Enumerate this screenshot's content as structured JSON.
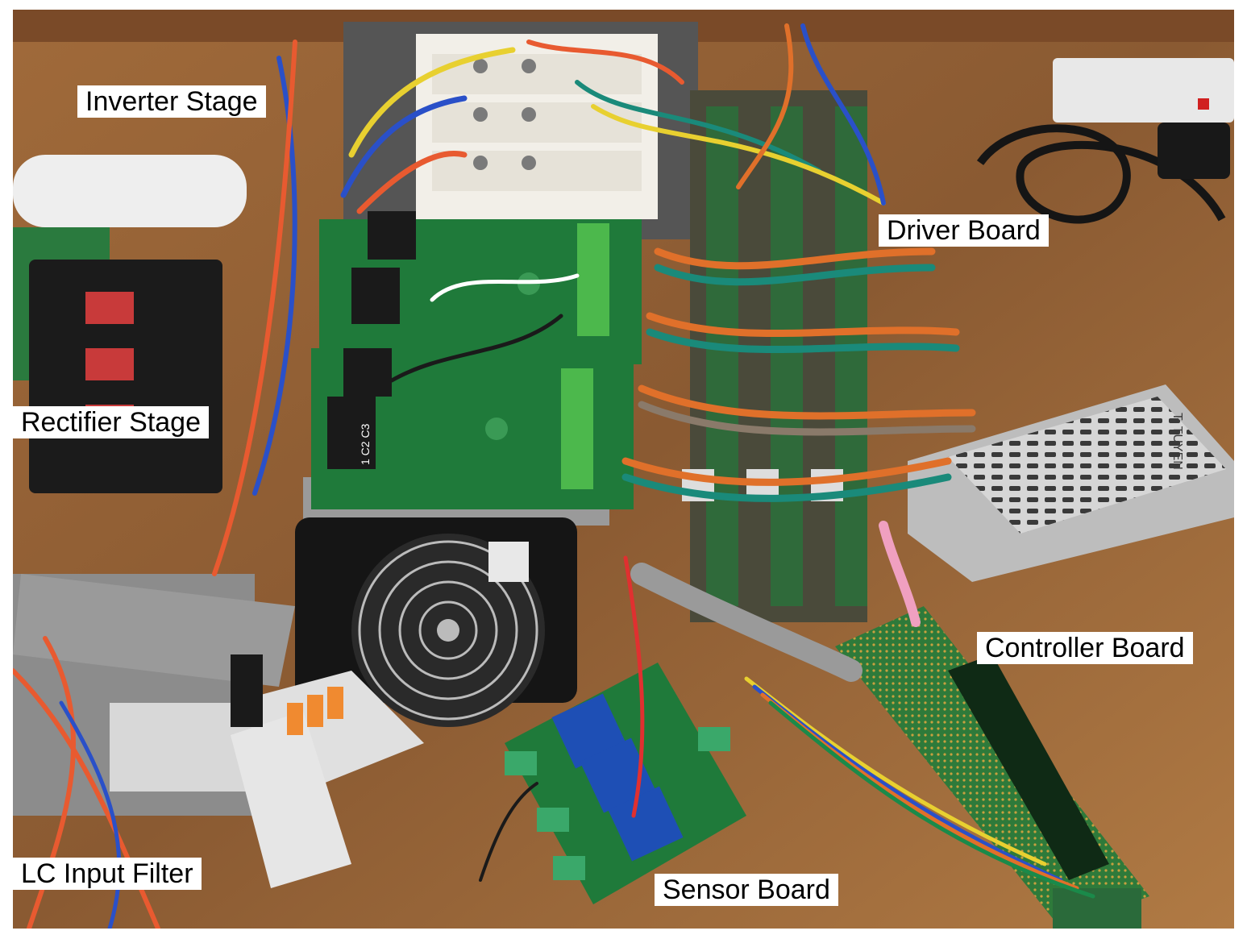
{
  "figure": {
    "labels": {
      "inverter_stage": "Inverter Stage",
      "driver_board": "Driver Board",
      "rectifier_stage": "Rectifier Stage",
      "controller_board": "Controller Board",
      "lc_input_filter": "LC Input Filter",
      "sensor_board": "Sensor Board"
    },
    "printed_marks": {
      "rectifier_terminals": "1 C2 C3",
      "power_supply_brand": "T. TUYEN"
    }
  },
  "colors": {
    "bench_wood": "#8a5a32",
    "pcb_green": "#1f7a3a",
    "sensor_blue": "#1e4fb5",
    "power_supply_steel": "#c8c8c8",
    "wire_orange": "#e0702a",
    "wire_teal": "#1a8a7a"
  }
}
